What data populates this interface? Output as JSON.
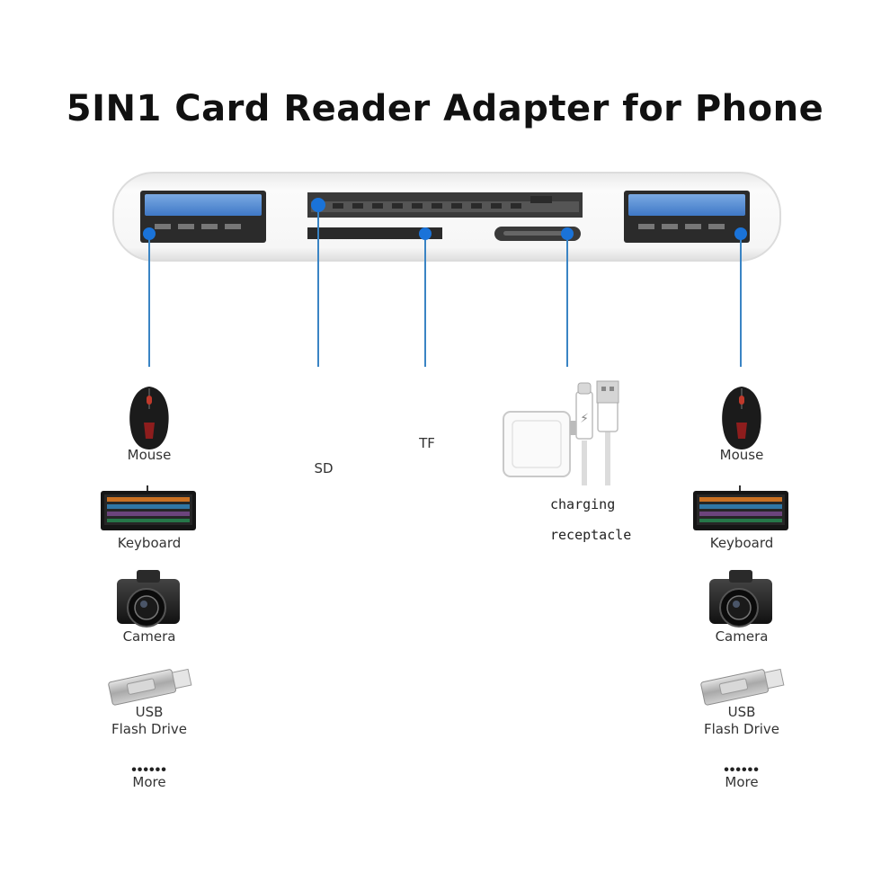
{
  "title": "5IN1 Card Reader Adapter for Phone",
  "slots": {
    "sd": "SD",
    "tf": "TF",
    "charging_line1": "charging",
    "charging_line2": "receptacle"
  },
  "left_devices": {
    "mouse": "Mouse",
    "keyboard": "Keyboard",
    "camera": "Camera",
    "usb_line1": "USB",
    "usb_line2": "Flash Drive",
    "dots": "••••••",
    "more": "More"
  },
  "right_devices": {
    "mouse": "Mouse",
    "keyboard": "Keyboard",
    "camera": "Camera",
    "usb_line1": "USB",
    "usb_line2": "Flash Drive",
    "dots": "••••••",
    "more": "More"
  },
  "colors": {
    "callout_line": "#3a84c4",
    "dot": "#1a73d9",
    "usb_port_blue": "#4f8ad2",
    "adapter_body": "#f3f3f3"
  },
  "icons": [
    "mouse-icon",
    "keyboard-icon",
    "camera-icon",
    "usb-flash-drive-icon",
    "power-adapter-icon",
    "usb-c-cable-icon"
  ]
}
